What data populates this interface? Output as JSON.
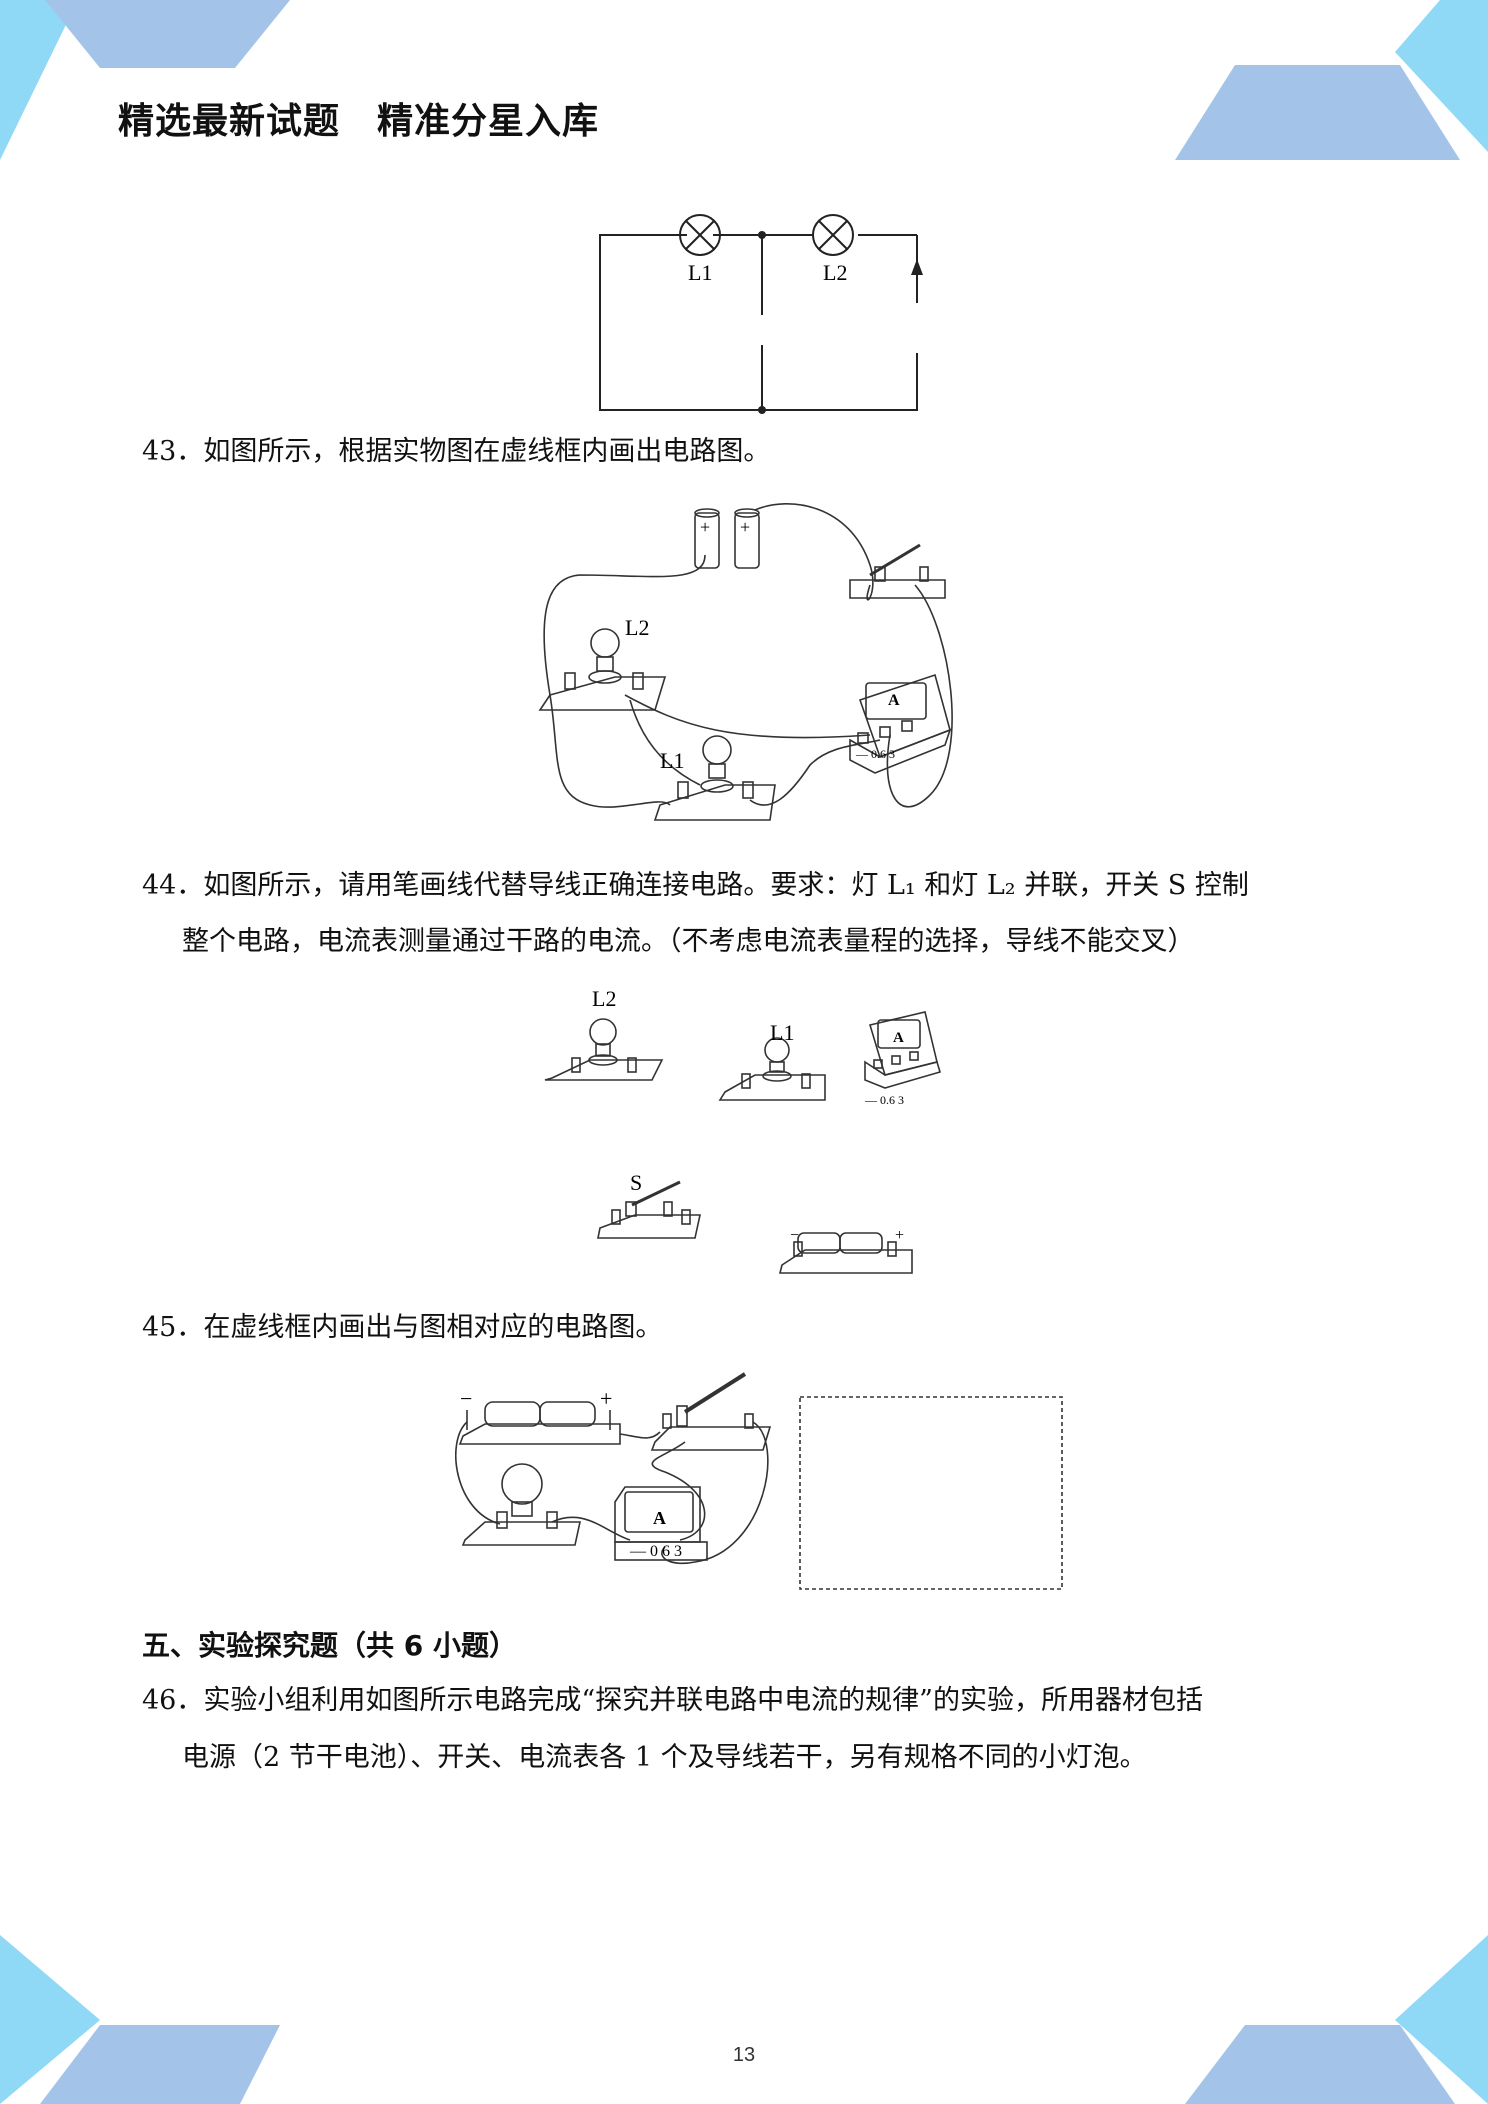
{
  "header": {
    "title": "精选最新试题　精准分星入库"
  },
  "colors": {
    "deco_light": "#8fd8f6",
    "deco_mid": "#a3c4e8"
  },
  "fig_top": {
    "lamp1": "L1",
    "lamp2": "L2"
  },
  "q43": {
    "number": "43",
    "text": "．如图所示，根据实物图在虚线框内画出电路图。"
  },
  "fig43": {
    "lamp2": "L2",
    "lamp1": "L1",
    "ammeter": "A",
    "scale": "— 0.6  3",
    "plus": "+"
  },
  "q44": {
    "number": "44",
    "line1": "．如图所示，请用笔画线代替导线正确连接电路。要求：灯 L₁ 和灯 L₂ 并联，开关 S 控制",
    "line2": "整个电路，电流表测量通过干路的电流。（不考虑电流表量程的选择，导线不能交叉）"
  },
  "fig44": {
    "lamp2": "L2",
    "lamp1": "L1",
    "switch": "S",
    "ammeter": "A",
    "scale": "— 0.6  3",
    "minus": "−",
    "plus": "+"
  },
  "q45": {
    "number": "45",
    "text": "．在虚线框内画出与图相对应的电路图。"
  },
  "fig45": {
    "minus": "−",
    "plus": "+",
    "ammeter": "A",
    "scale": "— 0 6 3"
  },
  "section5": {
    "title": "五、实验探究题（共 6 小题）"
  },
  "q46": {
    "number": "46",
    "line1": "．实验小组利用如图所示电路完成“探究并联电路中电流的规律”的实验，所用器材包括",
    "line2": "电源（2 节干电池）、开关、电流表各 1 个及导线若干，另有规格不同的小灯泡。"
  },
  "footer": {
    "page_number": "13"
  }
}
